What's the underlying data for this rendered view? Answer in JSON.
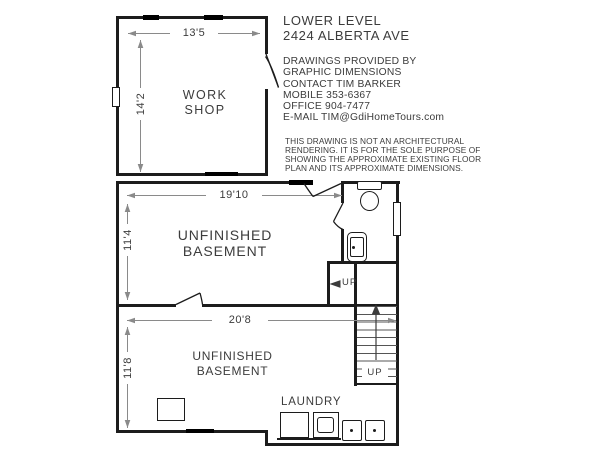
{
  "header": {
    "title_line1": "LOWER LEVEL",
    "title_line2": "2424 ALBERTA AVE",
    "provider_lines": [
      "DRAWINGS PROVIDED BY",
      "GRAPHIC DIMENSIONS",
      "CONTACT TIM BARKER",
      "MOBILE 353-6367",
      "OFFICE 904-7477",
      "E-MAIL TIM@GdiHomeTours.com"
    ],
    "disclaimer_lines": [
      "THIS DRAWING IS NOT AN ARCHITECTURAL",
      "RENDERING. IT IS FOR THE SOLE PURPOSE OF",
      "SHOWING THE APPROXIMATE EXISTING FLOOR",
      "PLAN AND ITS APPROXIMATE  DIMENSIONS."
    ]
  },
  "rooms": {
    "workshop_line1": "WORK",
    "workshop_line2": "SHOP",
    "mid_basement_line1": "UNFINISHED",
    "mid_basement_line2": "BASEMENT",
    "lower_basement_line1": "UNFINISHED",
    "lower_basement_line2": "BASEMENT",
    "laundry": "LAUNDRY"
  },
  "dimensions": {
    "workshop_width": "13'5",
    "workshop_depth": "14'2",
    "mid_width": "19'10",
    "mid_depth": "11'4",
    "lower_width": "20'8",
    "lower_depth": "11'8"
  },
  "stairs": {
    "mid_up": "UP",
    "lower_up": "UP"
  },
  "colors": {
    "wall": "#1c1c1c",
    "dimension_line": "#8a8a8a",
    "text": "#3c3c3c",
    "background": "#ffffff"
  }
}
